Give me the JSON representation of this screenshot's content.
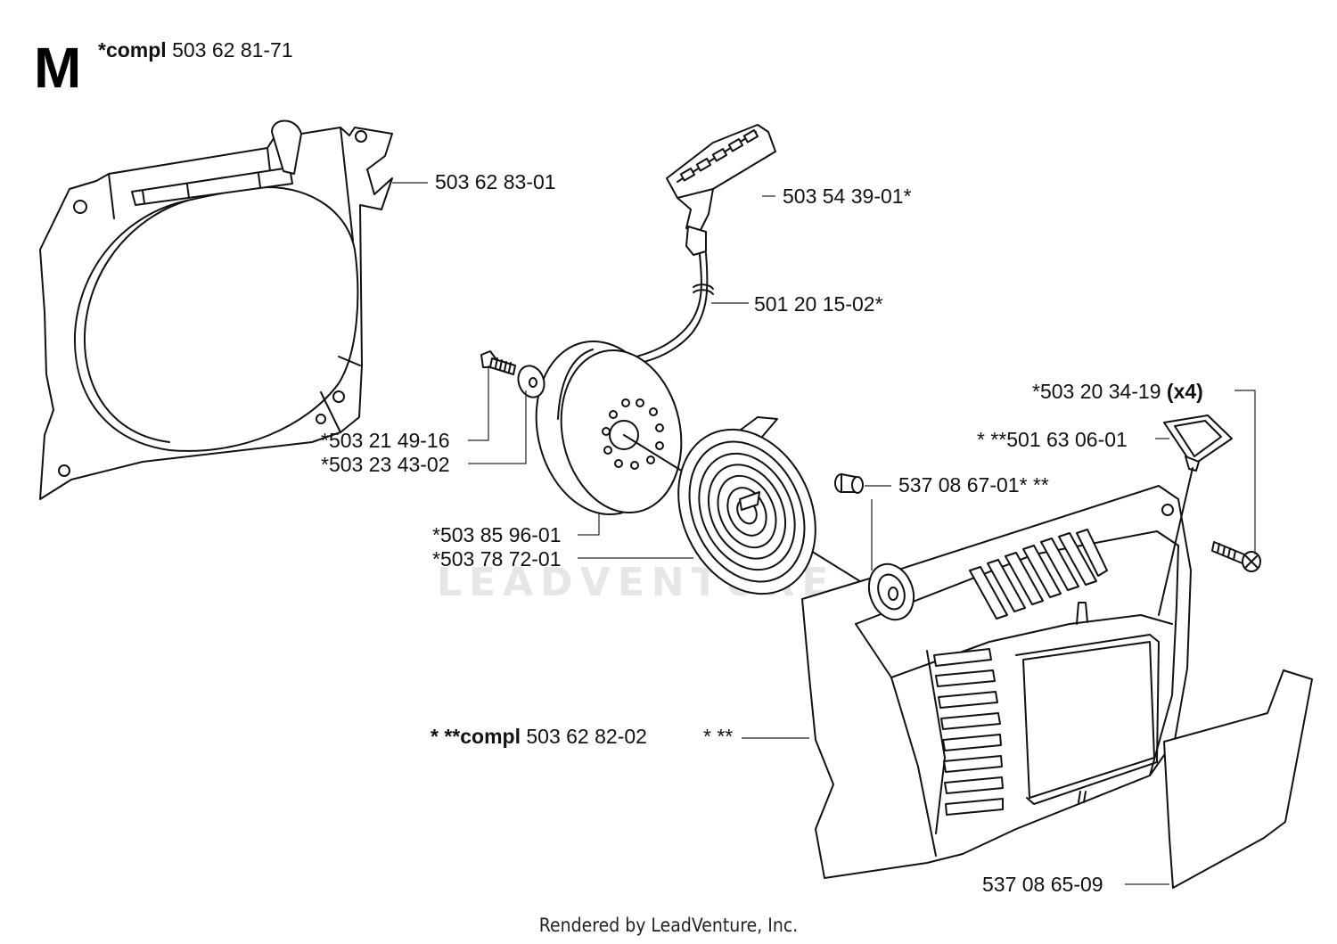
{
  "header": {
    "section_letter": "M",
    "assembly_prefix": "*compl",
    "assembly_number": "503 62 81-71"
  },
  "parts": {
    "fan_housing": "503 62 83-01",
    "starter_handle": "503 54 39-01*",
    "starter_rope": "501 20 15-02*",
    "screw_small": "*503 21 49-16",
    "washer_small": "*503 23 43-02",
    "rope_pulley": "*503 85 96-01",
    "recoil_spring": "*503 78 72-01",
    "bushing": "537 08 67-01* **",
    "screw_x4_number": "*503 20 34-19",
    "screw_x4_qty": "(x4)",
    "vibration_damper": "* **501 63 06-01",
    "cover_prefix": "* **compl",
    "cover_number": "503 62 82-02",
    "cover_suffix": "* **",
    "decal": "537 08 65-09"
  },
  "watermark": "LEADVENTURE",
  "footer": "Rendered by LeadVenture, Inc."
}
